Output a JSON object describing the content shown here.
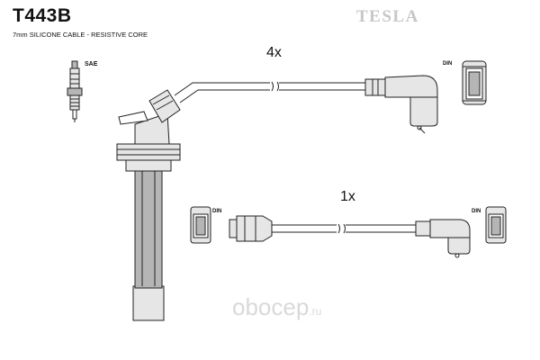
{
  "header": {
    "part_code": "T443B",
    "cable_spec": "7mm SILICONE CABLE - RESISTIVE CORE",
    "brand": "TESLA"
  },
  "quantities": {
    "long_set": "4x",
    "short_set": "1x"
  },
  "labels": {
    "plug_standard": "SAE",
    "din_top": "DIN",
    "din_left": "DIN",
    "din_right": "DIN"
  },
  "watermark": {
    "text": "oboc",
    "e_glyph": "e",
    "after": "p",
    "tld": ".ru"
  }
}
